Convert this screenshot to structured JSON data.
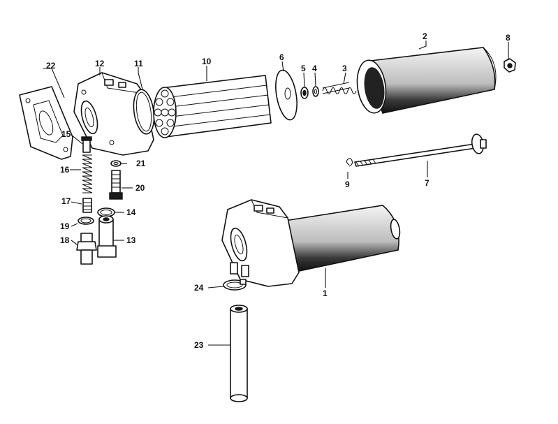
{
  "parts": [
    {
      "id": "1",
      "label": "1"
    },
    {
      "id": "2",
      "label": "2"
    },
    {
      "id": "3",
      "label": "3"
    },
    {
      "id": "4",
      "label": "4"
    },
    {
      "id": "5",
      "label": "5"
    },
    {
      "id": "6",
      "label": "6"
    },
    {
      "id": "7",
      "label": "7"
    },
    {
      "id": "8",
      "label": "8"
    },
    {
      "id": "9",
      "label": "9"
    },
    {
      "id": "10",
      "label": "10"
    },
    {
      "id": "11",
      "label": "11"
    },
    {
      "id": "12",
      "label": "12"
    },
    {
      "id": "13",
      "label": "13"
    },
    {
      "id": "14",
      "label": "14"
    },
    {
      "id": "15",
      "label": "15"
    },
    {
      "id": "16",
      "label": "16"
    },
    {
      "id": "17",
      "label": "17"
    },
    {
      "id": "18",
      "label": "18"
    },
    {
      "id": "19",
      "label": "19"
    },
    {
      "id": "20",
      "label": "20"
    },
    {
      "id": "21",
      "label": "21"
    },
    {
      "id": "22",
      "label": "22"
    },
    {
      "id": "23",
      "label": "23"
    },
    {
      "id": "24",
      "label": "24"
    }
  ]
}
